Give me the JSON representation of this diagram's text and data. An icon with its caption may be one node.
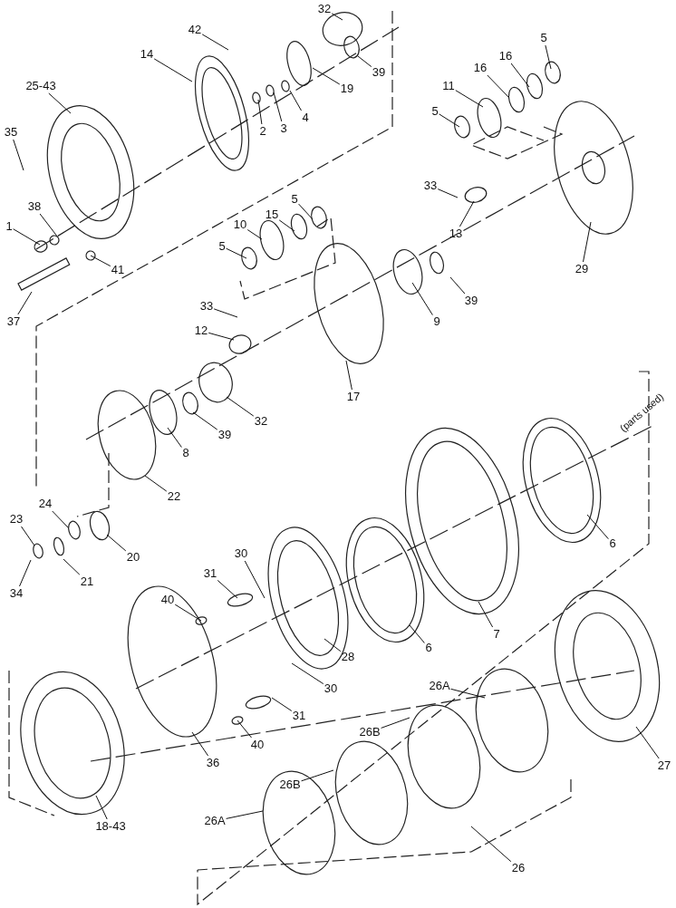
{
  "diagram": {
    "nodes": [
      {
        "text": [
          "32"
        ]
      },
      {
        "text": [
          "39"
        ]
      },
      {
        "text": [
          "42"
        ]
      },
      {
        "text": [
          "14"
        ]
      },
      {
        "text": [
          "19"
        ]
      },
      {
        "text": [
          "4"
        ]
      },
      {
        "text": [
          "3"
        ]
      },
      {
        "text": [
          "2"
        ]
      },
      {
        "text": [
          "25-43"
        ]
      },
      {
        "text": [
          "35"
        ]
      },
      {
        "text": [
          "38"
        ]
      },
      {
        "text": [
          "1"
        ]
      },
      {
        "text": [
          "41"
        ]
      },
      {
        "text": [
          "37"
        ]
      },
      {
        "text": [
          "5"
        ]
      },
      {
        "text": [
          "15"
        ]
      },
      {
        "text": [
          "10"
        ]
      },
      {
        "text": [
          "5"
        ]
      },
      {
        "text": [
          "33"
        ]
      },
      {
        "text": [
          "12"
        ]
      },
      {
        "text": [
          "17"
        ]
      },
      {
        "text": [
          "9"
        ]
      },
      {
        "text": [
          "39"
        ]
      },
      {
        "text": [
          "29"
        ]
      },
      {
        "text": [
          "13"
        ]
      },
      {
        "text": [
          "33"
        ]
      },
      {
        "text": [
          "11"
        ]
      },
      {
        "text": [
          "5"
        ]
      },
      {
        "text": [
          "16"
        ]
      },
      {
        "text": [
          "16"
        ]
      },
      {
        "text": [
          "5"
        ]
      },
      {
        "text": [
          "32"
        ]
      },
      {
        "text": [
          "39"
        ]
      },
      {
        "text": [
          "8"
        ]
      },
      {
        "text": [
          "22"
        ]
      },
      {
        "text": [
          "24"
        ]
      },
      {
        "text": [
          "23"
        ]
      },
      {
        "text": [
          "20"
        ]
      },
      {
        "text": [
          "21"
        ]
      },
      {
        "text": [
          "34"
        ]
      },
      {
        "text": [
          "30"
        ]
      },
      {
        "text": [
          "31"
        ]
      },
      {
        "text": [
          "40"
        ]
      },
      {
        "text": [
          "28"
        ]
      },
      {
        "text": [
          "30"
        ]
      },
      {
        "text": [
          "6"
        ]
      },
      {
        "text": [
          "7"
        ]
      },
      {
        "text": [
          "6"
        ]
      },
      {
        "text": [
          "26A"
        ]
      },
      {
        "text": [
          "26B"
        ]
      },
      {
        "text": [
          "26B"
        ]
      },
      {
        "text": [
          "26A"
        ]
      },
      {
        "text": [
          "27"
        ]
      },
      {
        "text": [
          "36"
        ]
      },
      {
        "text": [
          "31"
        ]
      },
      {
        "text": [
          "40"
        ]
      },
      {
        "text": [
          "18-43"
        ]
      },
      {
        "text": [
          "26"
        ]
      }
    ],
    "edges": [
      {
        "from": 0,
        "to": null,
        "arrow": "none"
      },
      {
        "from": 1,
        "to": null,
        "arrow": "none"
      },
      {
        "from": 2,
        "to": null,
        "arrow": "none"
      },
      {
        "from": 3,
        "to": null,
        "arrow": "none"
      },
      {
        "from": 4,
        "to": null,
        "arrow": "none"
      },
      {
        "from": 5,
        "to": null,
        "arrow": "none"
      },
      {
        "from": 6,
        "to": null,
        "arrow": "none"
      },
      {
        "from": 7,
        "to": null,
        "arrow": "none"
      },
      {
        "from": 8,
        "to": null,
        "arrow": "none"
      },
      {
        "from": 9,
        "to": null,
        "arrow": "none"
      },
      {
        "from": 10,
        "to": null,
        "arrow": "none"
      },
      {
        "from": 11,
        "to": null,
        "arrow": "none"
      },
      {
        "from": 12,
        "to": null,
        "arrow": "none"
      },
      {
        "from": 13,
        "to": null,
        "arrow": "none"
      },
      {
        "from": 14,
        "to": null,
        "arrow": "none"
      },
      {
        "from": 15,
        "to": null,
        "arrow": "none"
      },
      {
        "from": 16,
        "to": null,
        "arrow": "none"
      },
      {
        "from": 17,
        "to": null,
        "arrow": "none"
      },
      {
        "from": 18,
        "to": null,
        "arrow": "none"
      },
      {
        "from": 19,
        "to": null,
        "arrow": "none"
      },
      {
        "from": 20,
        "to": null,
        "arrow": "none"
      },
      {
        "from": 21,
        "to": null,
        "arrow": "none"
      },
      {
        "from": 22,
        "to": null,
        "arrow": "none"
      },
      {
        "from": 23,
        "to": null,
        "arrow": "none"
      },
      {
        "from": 24,
        "to": null,
        "arrow": "none"
      },
      {
        "from": 25,
        "to": null,
        "arrow": "none"
      },
      {
        "from": 26,
        "to": null,
        "arrow": "none"
      },
      {
        "from": 27,
        "to": null,
        "arrow": "none"
      },
      {
        "from": 28,
        "to": null,
        "arrow": "none"
      },
      {
        "from": 29,
        "to": null,
        "arrow": "none"
      },
      {
        "from": 30,
        "to": null,
        "arrow": "none"
      },
      {
        "from": 31,
        "to": null,
        "arrow": "none"
      },
      {
        "from": 32,
        "to": null,
        "arrow": "none"
      },
      {
        "from": 33,
        "to": null,
        "arrow": "none"
      },
      {
        "from": 34,
        "to": null,
        "arrow": "none"
      },
      {
        "from": 35,
        "to": null,
        "arrow": "none"
      },
      {
        "from": 36,
        "to": null,
        "arrow": "none"
      },
      {
        "from": 37,
        "to": null,
        "arrow": "none"
      },
      {
        "from": 38,
        "to": null,
        "arrow": "none"
      },
      {
        "from": 39,
        "to": null,
        "arrow": "none"
      },
      {
        "from": 40,
        "to": null,
        "arrow": "none"
      },
      {
        "from": 41,
        "to": null,
        "arrow": "none"
      },
      {
        "from": 42,
        "to": null,
        "arrow": "none"
      },
      {
        "from": 43,
        "to": null,
        "arrow": "none"
      },
      {
        "from": 44,
        "to": null,
        "arrow": "none"
      },
      {
        "from": 45,
        "to": null,
        "arrow": "none"
      },
      {
        "from": 46,
        "to": null,
        "arrow": "none"
      },
      {
        "from": 47,
        "to": null,
        "arrow": "none"
      },
      {
        "from": 48,
        "to": null,
        "arrow": "none"
      },
      {
        "from": 49,
        "to": null,
        "arrow": "none"
      },
      {
        "from": 50,
        "to": null,
        "arrow": "none"
      },
      {
        "from": 51,
        "to": null,
        "arrow": "none"
      },
      {
        "from": 52,
        "to": null,
        "arrow": "none"
      },
      {
        "from": 53,
        "to": null,
        "arrow": "none"
      },
      {
        "from": 54,
        "to": null,
        "arrow": "none"
      },
      {
        "from": 55,
        "to": null,
        "arrow": "none"
      },
      {
        "from": 56,
        "to": null,
        "arrow": "none"
      },
      {
        "from": 57,
        "to": null,
        "arrow": "none"
      }
    ],
    "labels": [
      "(parts used)"
    ]
  }
}
